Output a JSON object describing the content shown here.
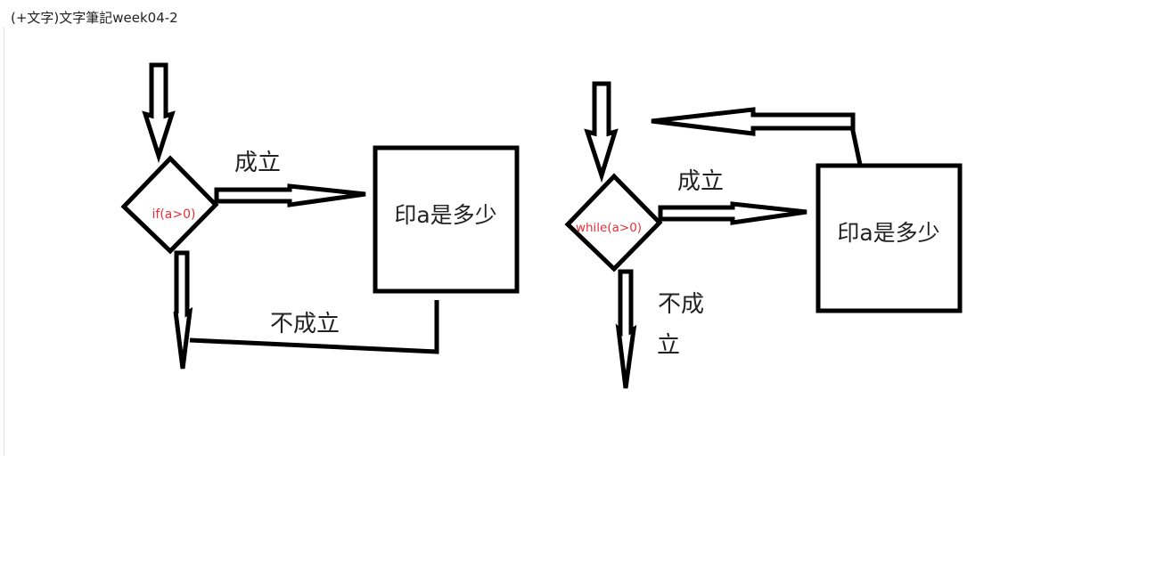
{
  "post": {
    "title": "(+文字)文字筆記week04-2"
  },
  "if_flow": {
    "condition": "if(a>0)",
    "true_label": "成立",
    "action": "印a是多少",
    "false_label": "不成立"
  },
  "while_flow": {
    "condition": "while(a>0)",
    "true_label": "成立",
    "action": "印a是多少",
    "false_label_line1": "不成",
    "false_label_line2": "立"
  },
  "colors": {
    "stroke": "#000000",
    "condition_text": "#e8303a",
    "label_text": "#222222"
  }
}
